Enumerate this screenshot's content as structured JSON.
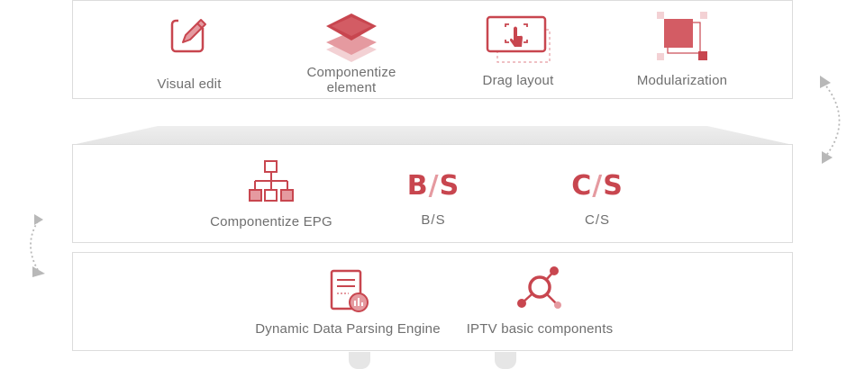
{
  "colors": {
    "accent": "#c8464f",
    "accent_light": "#e59aa0",
    "border": "#dcdcdc",
    "arrow": "#b8b8b8"
  },
  "top_row": {
    "visual_edit": {
      "label": "Visual edit",
      "icon": "pencil-edit-icon"
    },
    "componentize_element": {
      "label_line1": "Componentize",
      "label_line2": "element",
      "icon": "stacked-layers-icon"
    },
    "drag_layout": {
      "label": "Drag layout",
      "icon": "drag-hand-icon"
    },
    "modularization": {
      "label": "Modularization",
      "icon": "module-squares-icon"
    }
  },
  "middle_row": {
    "componentize_epg": {
      "label": "Componentize EPG",
      "icon": "hierarchy-tree-icon"
    },
    "bs": {
      "mark_left": "B",
      "mark_slash": "/",
      "mark_right": "S",
      "label": "B/S"
    },
    "cs": {
      "mark_left": "C",
      "mark_slash": "/",
      "mark_right": "S",
      "label": "C/S"
    }
  },
  "bottom_row": {
    "parsing_engine": {
      "label": "Dynamic Data Parsing Engine",
      "icon": "document-chart-icon"
    },
    "iptv_components": {
      "label": "IPTV basic components",
      "icon": "network-node-icon"
    }
  }
}
